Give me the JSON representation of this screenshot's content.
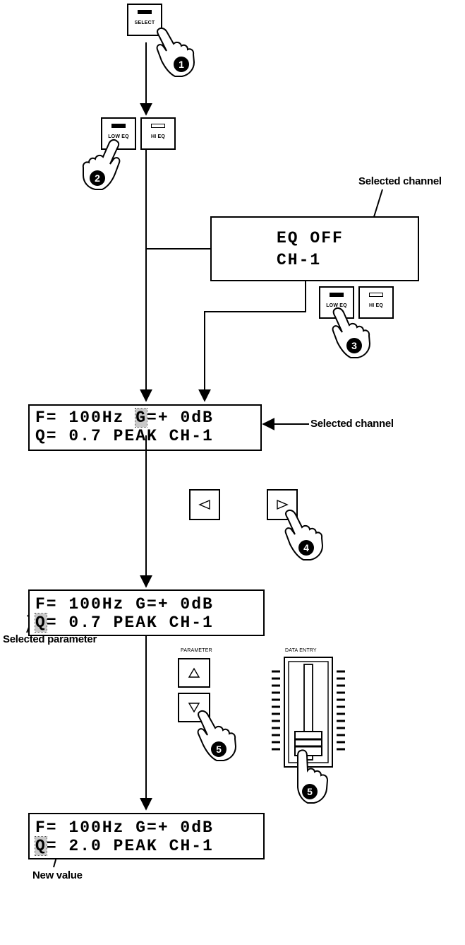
{
  "buttons": {
    "select_label": "SELECT",
    "low_eq_label": "LOW EQ",
    "hi_eq_label": "HI EQ",
    "parameter_label": "PARAMETER",
    "data_entry_label": "DATA ENTRY"
  },
  "steps": {
    "s1": "1",
    "s2": "2",
    "s3": "3",
    "s4": "4",
    "s5a": "5",
    "s5b": "5"
  },
  "screen1": {
    "line1": "EQ OFF",
    "line2": "CH-1"
  },
  "screen2": {
    "line1_pre": "F= 100Hz ",
    "line1_cursor": "G",
    "line1_post": "=+ 0dB",
    "line2": "Q= 0.7 PEAK CH-1"
  },
  "screen3": {
    "line1": "F= 100Hz G=+ 0dB",
    "line2_cursor": "Q",
    "line2_post": "= 0.7 PEAK CH-1"
  },
  "screen4": {
    "line1": "F= 100Hz G=+ 0dB",
    "line2_cursor": "Q",
    "line2_post": "= 2.0 PEAK CH-1"
  },
  "annotations": {
    "selected_channel": "Selected channel",
    "selected_channel_2": "Selected channel",
    "selected_parameter": "Selected parameter",
    "new_value": "New value"
  },
  "colors": {
    "ink": "#000000",
    "cursor": "#c9c9c9"
  },
  "icons": {
    "left": "triangle-left-icon",
    "right": "triangle-right-icon",
    "up": "triangle-up-icon",
    "down": "triangle-down-icon",
    "hand": "pointing-hand-icon"
  }
}
